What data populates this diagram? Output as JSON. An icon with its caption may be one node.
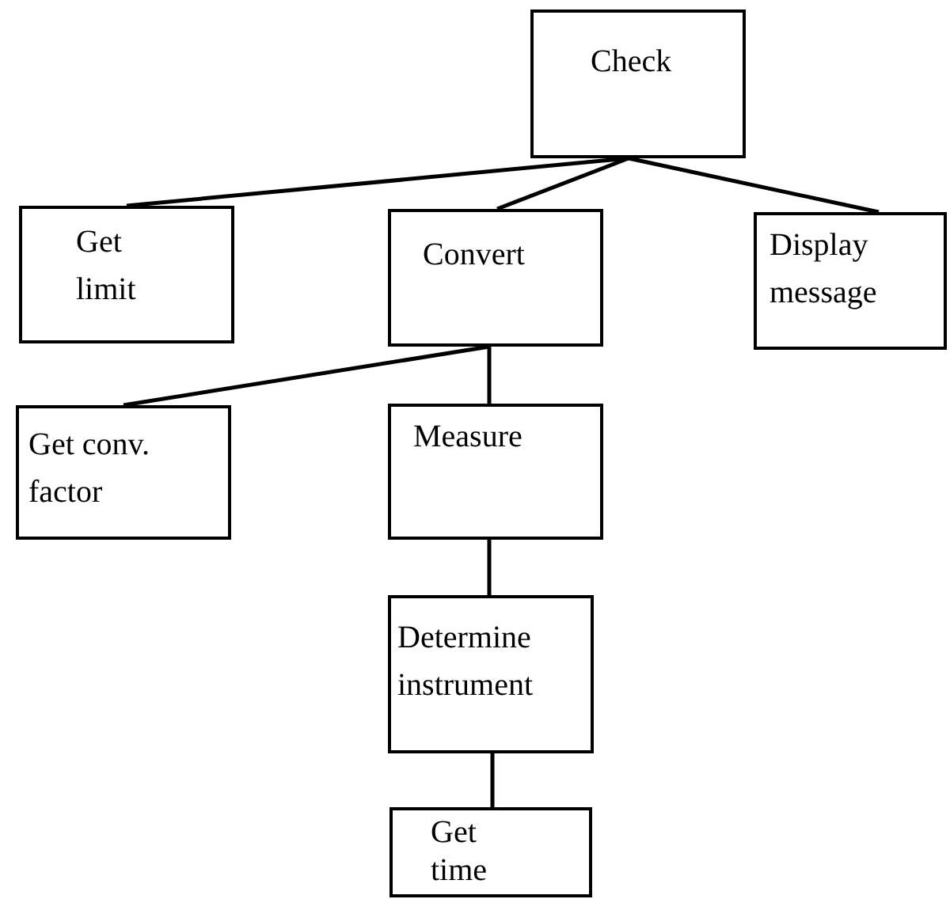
{
  "diagram": {
    "nodes": [
      {
        "text": [
          "Check"
        ]
      },
      {
        "text": [
          "Get limit"
        ]
      },
      {
        "text": [
          "Convert"
        ]
      },
      {
        "text": [
          "Display message"
        ]
      },
      {
        "text": [
          "Get conv. factor"
        ]
      },
      {
        "text": [
          "Measure"
        ]
      },
      {
        "text": [
          "Determine instrument"
        ]
      },
      {
        "text": [
          "Get time"
        ]
      }
    ],
    "edges": [
      {
        "from": 0,
        "to": 1,
        "arrow": "none"
      },
      {
        "from": 0,
        "to": 2,
        "arrow": "none"
      },
      {
        "from": 0,
        "to": 3,
        "arrow": "none"
      },
      {
        "from": 2,
        "to": 4,
        "arrow": "none"
      },
      {
        "from": 2,
        "to": 5,
        "arrow": "none"
      },
      {
        "from": 5,
        "to": 6,
        "arrow": "none"
      },
      {
        "from": 6,
        "to": 7,
        "arrow": "none"
      }
    ]
  }
}
